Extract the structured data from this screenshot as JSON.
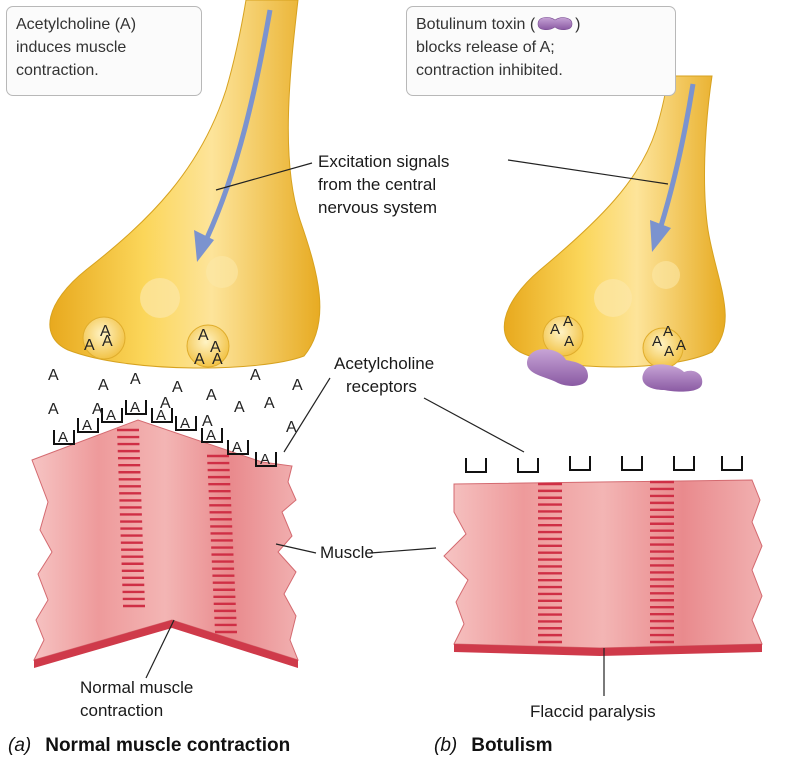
{
  "panel_a": {
    "callout_line1": "Acetylcholine (A)",
    "callout_line2": "induces muscle",
    "callout_line3": "contraction.",
    "caption_letter": "(a)",
    "caption_text": "Normal muscle contraction",
    "outcome_line1": "Normal muscle",
    "outcome_line2": "contraction",
    "molecule_symbol": "A"
  },
  "panel_b": {
    "callout_line1_pre": "Botulinum toxin (",
    "callout_line1_post": ")",
    "callout_line2": "blocks release of A;",
    "callout_line3": "contraction inhibited.",
    "caption_letter": "(b)",
    "caption_text": "Botulism",
    "outcome": "Flaccid paralysis"
  },
  "labels": {
    "excitation_line1": "Excitation signals",
    "excitation_line2": "from the central",
    "excitation_line3": "nervous system",
    "receptors_line1": "Acetylcholine",
    "receptors_line2": "receptors",
    "muscle": "Muscle"
  },
  "colors": {
    "neuron": "#f0c23a",
    "neuron_highlight": "#fde9a0",
    "arrow": "#7b93cf",
    "muscle": "#e9858a",
    "muscle_dark": "#cf3a4a",
    "toxin": "#9a6fb0"
  }
}
